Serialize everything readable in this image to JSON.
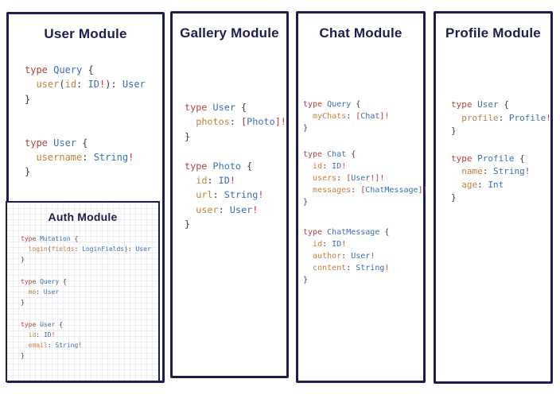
{
  "colors": {
    "navy": "#1d1d4e",
    "keyword": "#b0443c",
    "type": "#3a70b2",
    "field": "#c5803f",
    "punct": "#3d3d3d",
    "bang": "#c0392b"
  },
  "panels": {
    "user": {
      "title": "User Module",
      "blocks": [
        [
          [
            [
              "k",
              "type "
            ],
            [
              "t",
              "Query "
            ],
            [
              "p",
              "{"
            ]
          ],
          [
            [
              "p",
              "  "
            ],
            [
              "f",
              "user"
            ],
            [
              "p",
              "("
            ],
            [
              "f",
              "id"
            ],
            [
              "p",
              ": "
            ],
            [
              "t",
              "ID"
            ],
            [
              "b",
              "!"
            ],
            [
              "p",
              "): "
            ],
            [
              "t",
              "User"
            ]
          ],
          [
            [
              "p",
              "}"
            ]
          ]
        ],
        [
          [
            [
              "k",
              "type "
            ],
            [
              "t",
              "User "
            ],
            [
              "p",
              "{"
            ]
          ],
          [
            [
              "p",
              "  "
            ],
            [
              "f",
              "username"
            ],
            [
              "p",
              ": "
            ],
            [
              "t",
              "String"
            ],
            [
              "b",
              "!"
            ]
          ],
          [
            [
              "p",
              "}"
            ]
          ]
        ]
      ]
    },
    "auth": {
      "title": "Auth Module",
      "blocks": [
        [
          [
            [
              "k",
              "type "
            ],
            [
              "t",
              "Mutation "
            ],
            [
              "p",
              "{"
            ]
          ],
          [
            [
              "p",
              "  "
            ],
            [
              "f",
              "login"
            ],
            [
              "p",
              "("
            ],
            [
              "f",
              "fields"
            ],
            [
              "p",
              ": "
            ],
            [
              "t",
              "LoginFields"
            ],
            [
              "p",
              "): "
            ],
            [
              "t",
              "User"
            ]
          ],
          [
            [
              "p",
              "}"
            ]
          ]
        ],
        [
          [
            [
              "k",
              "type "
            ],
            [
              "t",
              "Query "
            ],
            [
              "p",
              "{"
            ]
          ],
          [
            [
              "p",
              "  "
            ],
            [
              "f",
              "me"
            ],
            [
              "p",
              ": "
            ],
            [
              "t",
              "User"
            ]
          ],
          [
            [
              "p",
              "}"
            ]
          ]
        ],
        [
          [
            [
              "k",
              "type "
            ],
            [
              "t",
              "User "
            ],
            [
              "p",
              "{"
            ]
          ],
          [
            [
              "p",
              "  "
            ],
            [
              "f",
              "id"
            ],
            [
              "p",
              ": "
            ],
            [
              "t",
              "ID"
            ],
            [
              "b",
              "!"
            ]
          ],
          [
            [
              "p",
              "  "
            ],
            [
              "f",
              "email"
            ],
            [
              "p",
              ": "
            ],
            [
              "t",
              "String"
            ],
            [
              "b",
              "!"
            ]
          ],
          [
            [
              "p",
              "}"
            ]
          ]
        ]
      ]
    },
    "gallery": {
      "title": "Gallery Module",
      "blocks": [
        [
          [
            [
              "k",
              "type "
            ],
            [
              "t",
              "User "
            ],
            [
              "p",
              "{"
            ]
          ],
          [
            [
              "p",
              "  "
            ],
            [
              "f",
              "photos"
            ],
            [
              "p",
              ": "
            ],
            [
              "b",
              "["
            ],
            [
              "t",
              "Photo"
            ],
            [
              "b",
              "]!"
            ]
          ],
          [
            [
              "p",
              "}"
            ]
          ]
        ],
        [
          [
            [
              "k",
              "type "
            ],
            [
              "t",
              "Photo "
            ],
            [
              "p",
              "{"
            ]
          ],
          [
            [
              "p",
              "  "
            ],
            [
              "f",
              "id"
            ],
            [
              "p",
              ": "
            ],
            [
              "t",
              "ID"
            ],
            [
              "b",
              "!"
            ]
          ],
          [
            [
              "p",
              "  "
            ],
            [
              "f",
              "url"
            ],
            [
              "p",
              ": "
            ],
            [
              "t",
              "String"
            ],
            [
              "b",
              "!"
            ]
          ],
          [
            [
              "p",
              "  "
            ],
            [
              "f",
              "user"
            ],
            [
              "p",
              ": "
            ],
            [
              "t",
              "User"
            ],
            [
              "b",
              "!"
            ]
          ],
          [
            [
              "p",
              "}"
            ]
          ]
        ]
      ]
    },
    "chat": {
      "title": "Chat Module",
      "blocks": [
        [
          [
            [
              "k",
              "type "
            ],
            [
              "t",
              "Query "
            ],
            [
              "p",
              "{"
            ]
          ],
          [
            [
              "p",
              "  "
            ],
            [
              "f",
              "myChats"
            ],
            [
              "p",
              ": "
            ],
            [
              "b",
              "["
            ],
            [
              "t",
              "Chat"
            ],
            [
              "b",
              "]!"
            ]
          ],
          [
            [
              "p",
              "}"
            ]
          ]
        ],
        [
          [
            [
              "k",
              "type "
            ],
            [
              "t",
              "Chat "
            ],
            [
              "p",
              "{"
            ]
          ],
          [
            [
              "p",
              "  "
            ],
            [
              "f",
              "id"
            ],
            [
              "p",
              ": "
            ],
            [
              "t",
              "ID"
            ],
            [
              "b",
              "!"
            ]
          ],
          [
            [
              "p",
              "  "
            ],
            [
              "f",
              "users"
            ],
            [
              "p",
              ": "
            ],
            [
              "b",
              "["
            ],
            [
              "t",
              "User"
            ],
            [
              "b",
              "!]!"
            ]
          ],
          [
            [
              "p",
              "  "
            ],
            [
              "f",
              "messages"
            ],
            [
              "p",
              ": "
            ],
            [
              "b",
              "["
            ],
            [
              "t",
              "ChatMessage"
            ],
            [
              "b",
              "]!"
            ]
          ],
          [
            [
              "p",
              "}"
            ]
          ]
        ],
        [
          [
            [
              "k",
              "type "
            ],
            [
              "t",
              "ChatMessage "
            ],
            [
              "p",
              "{"
            ]
          ],
          [
            [
              "p",
              "  "
            ],
            [
              "f",
              "id"
            ],
            [
              "p",
              ": "
            ],
            [
              "t",
              "ID"
            ],
            [
              "b",
              "!"
            ]
          ],
          [
            [
              "p",
              "  "
            ],
            [
              "f",
              "author"
            ],
            [
              "p",
              ": "
            ],
            [
              "t",
              "User"
            ],
            [
              "b",
              "!"
            ]
          ],
          [
            [
              "p",
              "  "
            ],
            [
              "f",
              "content"
            ],
            [
              "p",
              ": "
            ],
            [
              "t",
              "String"
            ],
            [
              "b",
              "!"
            ]
          ],
          [
            [
              "p",
              "}"
            ]
          ]
        ]
      ]
    },
    "profile": {
      "title": "Profile Module",
      "blocks": [
        [
          [
            [
              "k",
              "type "
            ],
            [
              "t",
              "User "
            ],
            [
              "p",
              "{"
            ]
          ],
          [
            [
              "p",
              "  "
            ],
            [
              "f",
              "profile"
            ],
            [
              "p",
              ": "
            ],
            [
              "t",
              "Profile"
            ],
            [
              "b",
              "!"
            ]
          ],
          [
            [
              "p",
              "}"
            ]
          ]
        ],
        [
          [
            [
              "k",
              "type "
            ],
            [
              "t",
              "Profile "
            ],
            [
              "p",
              "{"
            ]
          ],
          [
            [
              "p",
              "  "
            ],
            [
              "f",
              "name"
            ],
            [
              "p",
              ": "
            ],
            [
              "t",
              "String"
            ],
            [
              "b",
              "!"
            ]
          ],
          [
            [
              "p",
              "  "
            ],
            [
              "f",
              "age"
            ],
            [
              "p",
              ": "
            ],
            [
              "t",
              "Int"
            ]
          ],
          [
            [
              "p",
              "}"
            ]
          ]
        ]
      ]
    }
  }
}
